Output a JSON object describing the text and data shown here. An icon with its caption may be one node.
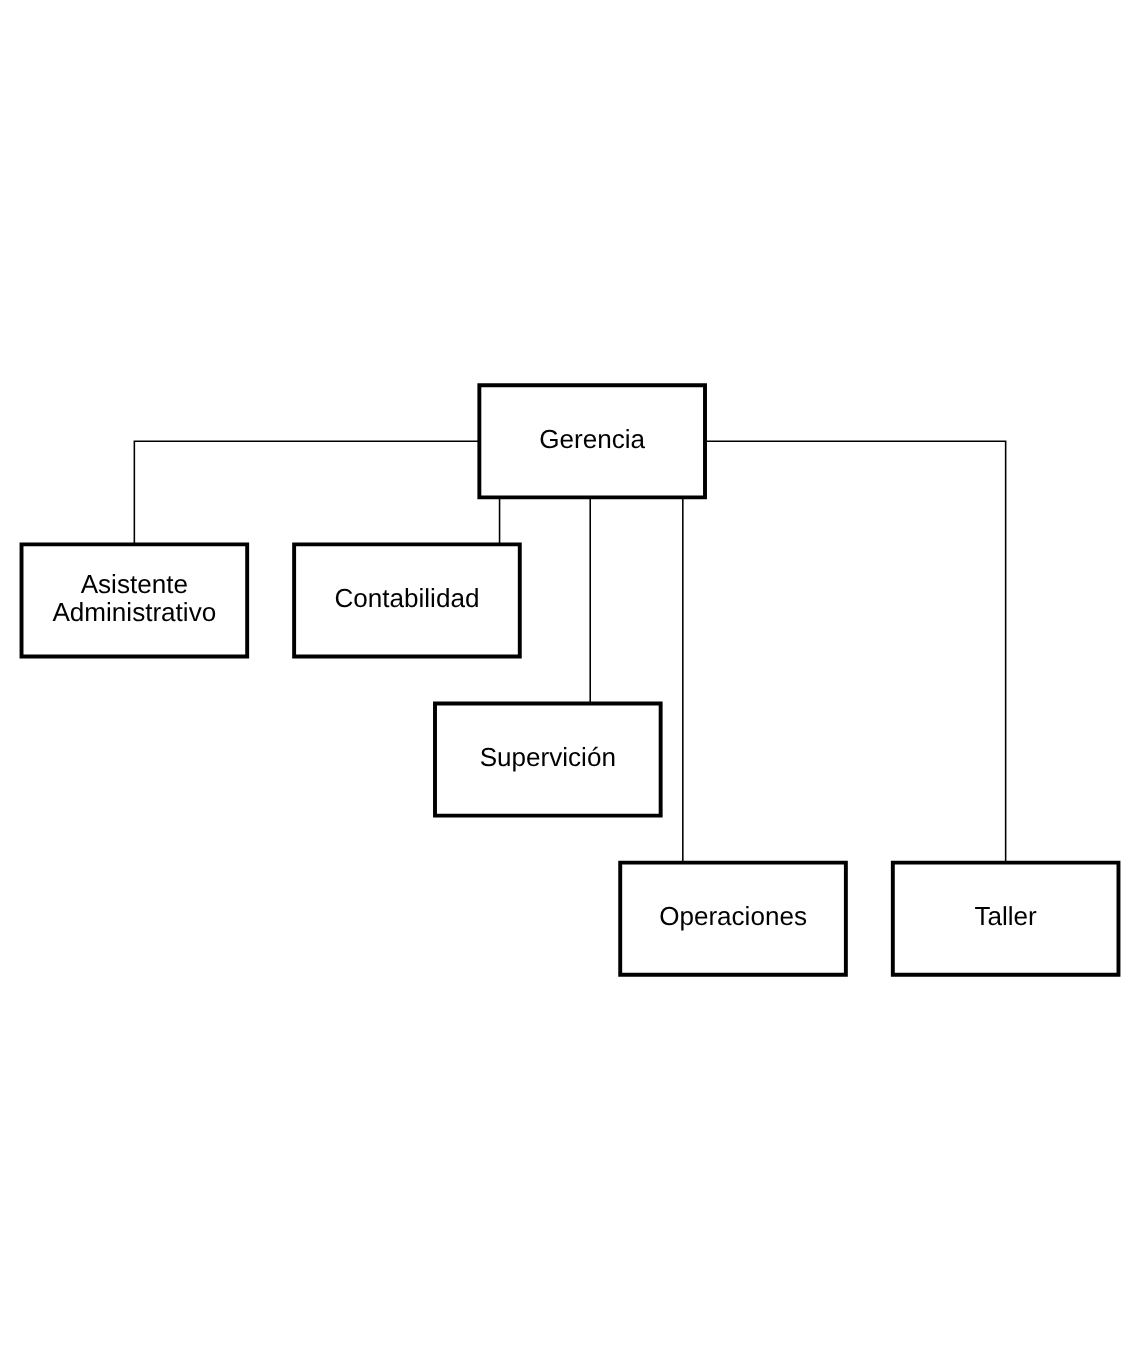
{
  "diagram": {
    "nodes": [
      {
        "text": [
          "Gerencia"
        ]
      },
      {
        "text": [
          "Asistente Administrativo"
        ]
      },
      {
        "text": [
          "Contabilidad"
        ]
      },
      {
        "text": [
          "Supervición"
        ]
      },
      {
        "text": [
          "Operaciones"
        ]
      },
      {
        "text": [
          "Taller"
        ]
      }
    ],
    "edges": [
      {
        "from": 0,
        "to": 1,
        "arrow": "none"
      },
      {
        "from": 0,
        "to": 2,
        "arrow": "none"
      },
      {
        "from": 0,
        "to": 3,
        "arrow": "none"
      },
      {
        "from": 0,
        "to": 4,
        "arrow": "none"
      },
      {
        "from": 0,
        "to": 5,
        "arrow": "none"
      }
    ]
  }
}
